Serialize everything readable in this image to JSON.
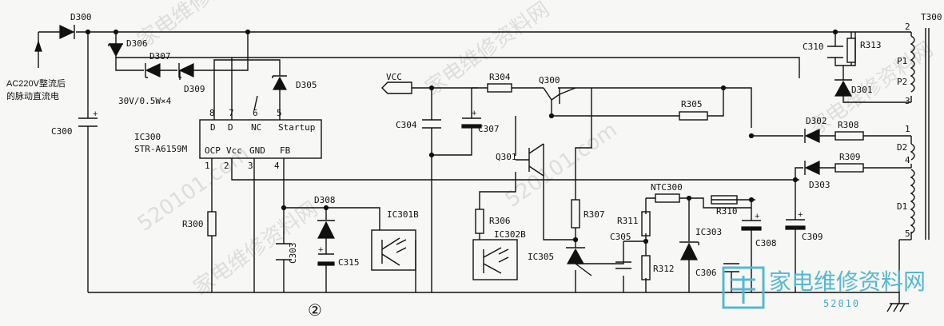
{
  "labels": {
    "input_note_1": "AC220V整流后",
    "input_note_2": "的脉动直流电",
    "zener_note": "30V/0.5W×4",
    "ic_name": "IC300",
    "ic_part": "STR-A6159M",
    "vcc": "VCC",
    "figure_no": "②"
  },
  "ic_pins": {
    "top_nums": [
      "8",
      "7",
      "6",
      "5"
    ],
    "top_names": [
      "D",
      "D",
      "NC",
      "Startup"
    ],
    "bottom_nums": [
      "1",
      "2",
      "3",
      "4"
    ],
    "bottom_names": [
      "OCP",
      "Vcc",
      "GND",
      "FB"
    ]
  },
  "components": {
    "D300": "D300",
    "D306": "D306",
    "D307": "D307",
    "D309": "D309",
    "D305": "D305",
    "C300": "C300",
    "R300": "R300",
    "D308": "D308",
    "C303": "C303",
    "C315": "C315",
    "IC301B": "IC301B",
    "C304": "C304",
    "C307": "C307",
    "R304": "R304",
    "Q300": "Q300",
    "R305": "R305",
    "Q301": "Q301",
    "R306": "R306",
    "IC302B": "IC302B",
    "R307": "R307",
    "IC305": "IC305",
    "C305": "C305",
    "R311": "R311",
    "R312": "R312",
    "NTC300": "NTC300",
    "R310": "R310",
    "IC303": "IC303",
    "C306": "C306",
    "C308": "C308",
    "C309": "C309",
    "D302": "D302",
    "R308": "R308",
    "D303": "D303",
    "R309": "R309",
    "C310": "C310",
    "R313": "R313",
    "D301": "D301",
    "T300": "T300"
  },
  "transformer": {
    "pins": [
      "2",
      "P1",
      "P2",
      "3",
      "1",
      "D2",
      "4",
      "D1",
      "5"
    ]
  },
  "watermark": {
    "cn": "家电维修资料网",
    "url": "520101.com",
    "logo_cn": "家电维修资料网",
    "logo_url": "52010"
  }
}
